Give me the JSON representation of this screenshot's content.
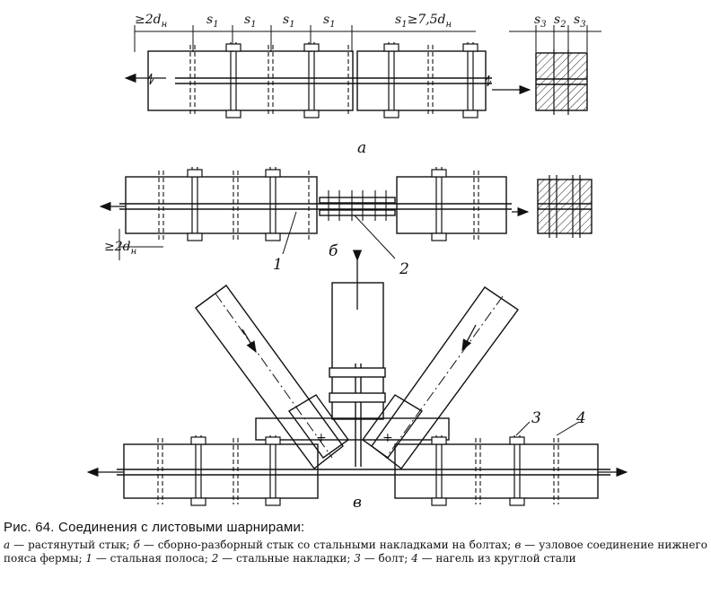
{
  "figure": {
    "part_a": {
      "dims": {
        "edge_min": "≥2d",
        "edge_min_sub": "н",
        "s1": "s",
        "s1_sub": "1",
        "rule": "s",
        "rule_sub": "1",
        "rule_rest": "≥7,5d",
        "rule_rest_sub": "н",
        "s3": "s",
        "s3_sub": "3",
        "s2": "s",
        "s2_sub": "2"
      },
      "label": "а"
    },
    "part_b": {
      "dims": {
        "edge_min": "≥2d",
        "edge_min_sub": "н"
      },
      "label": "б",
      "callout_1": "1",
      "callout_2": "2"
    },
    "part_v": {
      "label": "в",
      "callout_3": "3",
      "callout_4": "4"
    }
  },
  "caption": {
    "title": "Рис. 64. Соединения с листовыми шарнирами:",
    "items": [
      {
        "letter": "а",
        "text": " — растянутый стык; "
      },
      {
        "letter": "б",
        "text": " — сборно-разборный стык со стальными накладками на болтах; "
      },
      {
        "letter": "в",
        "text": " — узловое соединение нижнего пояса фермы; "
      },
      {
        "letter": "1",
        "text": " — стальная полоса; "
      },
      {
        "letter": "2",
        "text": " — стальные накладки; "
      },
      {
        "letter": "3",
        "text": " — болт; "
      },
      {
        "letter": "4",
        "text": " — нагель из круглой стали"
      }
    ]
  }
}
